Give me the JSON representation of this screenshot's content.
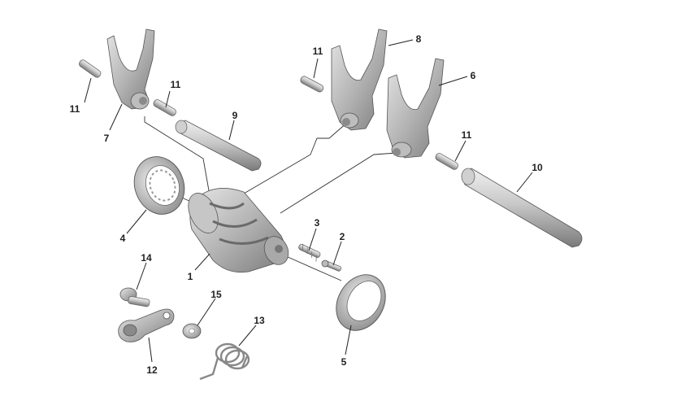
{
  "diagram": {
    "callouts": [
      {
        "id": "c1",
        "text": "1"
      },
      {
        "id": "c2",
        "text": "2"
      },
      {
        "id": "c3",
        "text": "3"
      },
      {
        "id": "c4",
        "text": "4"
      },
      {
        "id": "c5",
        "text": "5"
      },
      {
        "id": "c6",
        "text": "6"
      },
      {
        "id": "c7",
        "text": "7"
      },
      {
        "id": "c8",
        "text": "8"
      },
      {
        "id": "c9",
        "text": "9"
      },
      {
        "id": "c10",
        "text": "10"
      },
      {
        "id": "c11a",
        "text": "11"
      },
      {
        "id": "c11b",
        "text": "11"
      },
      {
        "id": "c11c",
        "text": "11"
      },
      {
        "id": "c11d",
        "text": "11"
      },
      {
        "id": "c12",
        "text": "12"
      },
      {
        "id": "c13",
        "text": "13"
      },
      {
        "id": "c14",
        "text": "14"
      },
      {
        "id": "c15",
        "text": "15"
      }
    ],
    "colors": {
      "metal_light": "#d8d8d8",
      "metal_mid": "#a9a9a9",
      "metal_dark": "#6e6e6e",
      "line": "#222222"
    }
  }
}
